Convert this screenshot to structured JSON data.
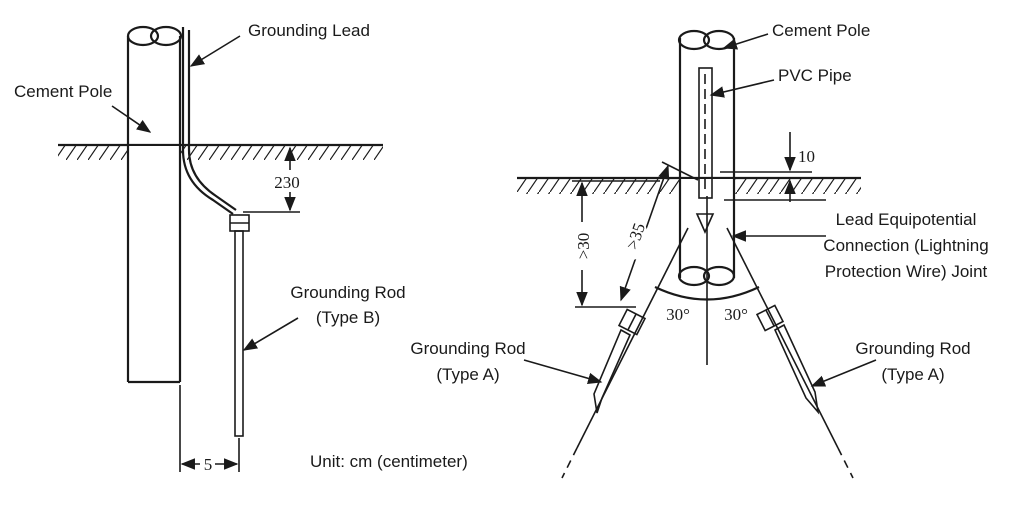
{
  "left": {
    "grounding_lead": "Grounding Lead",
    "cement_pole": "Cement Pole",
    "grounding_rod_line1": "Grounding Rod",
    "grounding_rod_line2": "(Type B)",
    "dim_depth": "230",
    "dim_offset": "5"
  },
  "right": {
    "cement_pole": "Cement Pole",
    "pvc_pipe": "PVC Pipe",
    "dim_top": "10",
    "joint_line1": "Lead Equipotential",
    "joint_line2": "Connection (Lightning",
    "joint_line3": "Protection Wire) Joint",
    "dim_vertical": ">30",
    "dim_slant": ">35",
    "angle_left": "30°",
    "angle_right": "30°",
    "rod_left_line1": "Grounding Rod",
    "rod_left_line2": "(Type A)",
    "rod_right_line1": "Grounding Rod",
    "rod_right_line2": "(Type A)"
  },
  "unit_note": "Unit: cm (centimeter)"
}
